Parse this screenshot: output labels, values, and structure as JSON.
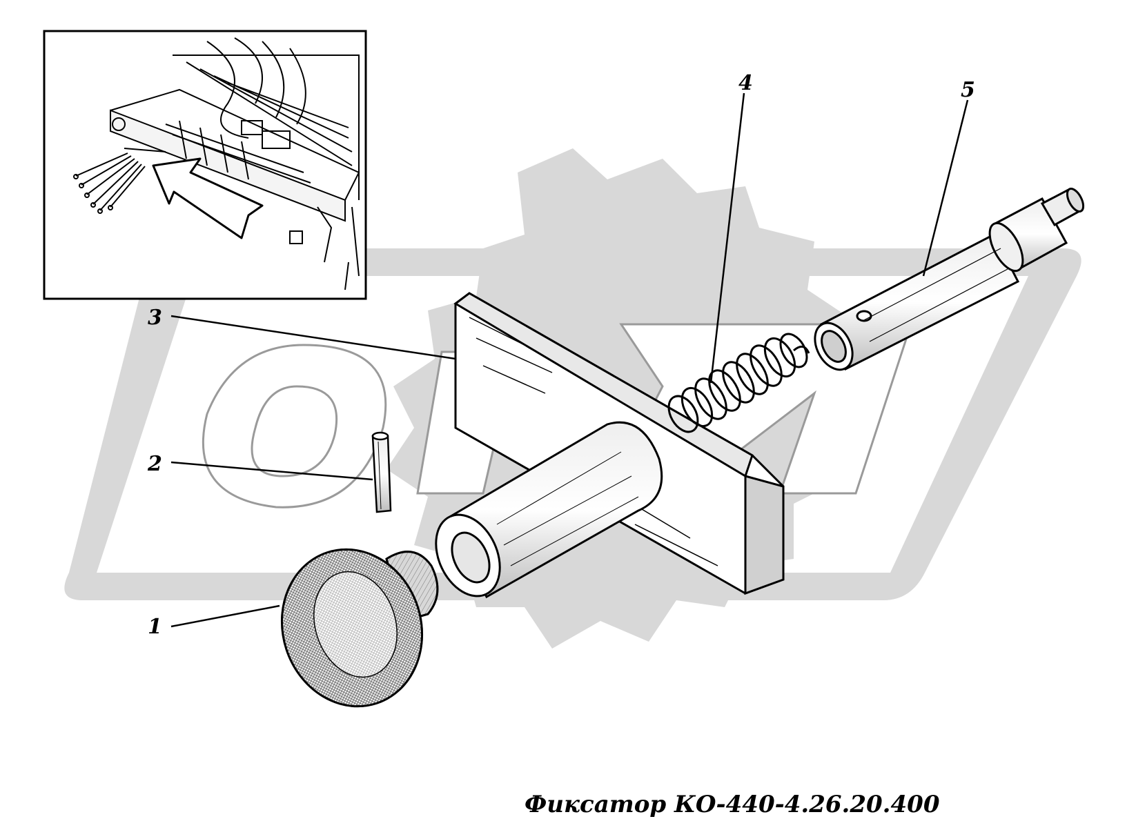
{
  "watermark": {
    "text": "ОРТ",
    "color": "#d8d8d8"
  },
  "callouts": [
    {
      "id": "1",
      "label": "1",
      "part": "knob-cap"
    },
    {
      "id": "2",
      "label": "2",
      "part": "pin"
    },
    {
      "id": "3",
      "label": "3",
      "part": "plate-bracket"
    },
    {
      "id": "4",
      "label": "4",
      "part": "spring"
    },
    {
      "id": "5",
      "label": "5",
      "part": "shaft"
    }
  ],
  "caption": "Фиксатор КО-440-4.26.20.400",
  "colors": {
    "line": "#000000",
    "watermark": "#d8d8d8",
    "shade": "#9a9a9a",
    "background": "#ffffff"
  }
}
